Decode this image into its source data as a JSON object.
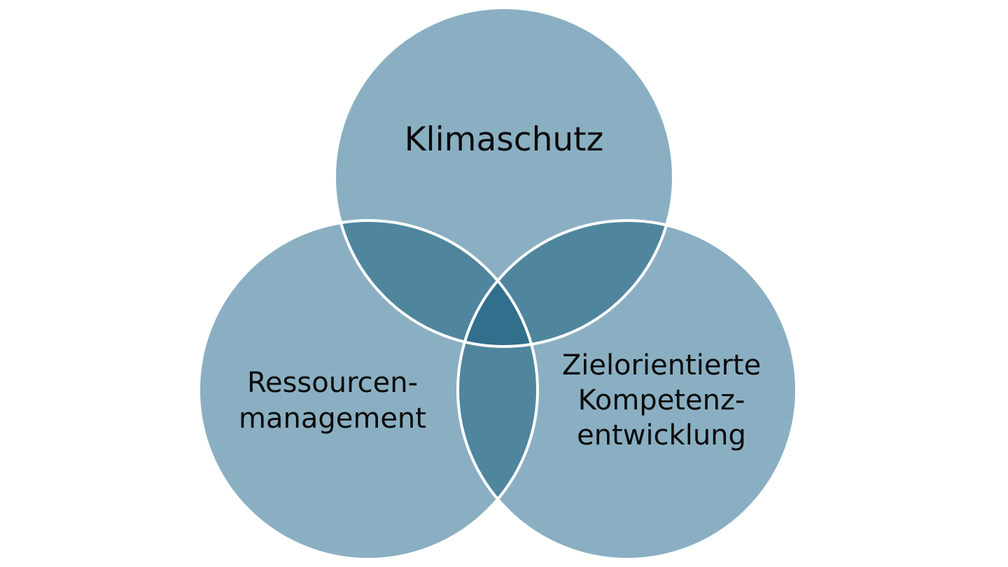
{
  "diagram": {
    "type": "venn-3",
    "colors": {
      "circle_fill": "#8aafc2",
      "pair_overlap_fill": "#4f869e",
      "center_overlap_fill": "#316f8c",
      "outline": "#ffffff"
    },
    "circles": [
      {
        "id": "top",
        "lines": [
          "Klimaschutz"
        ]
      },
      {
        "id": "left",
        "lines": [
          "Ressourcen-",
          "management"
        ]
      },
      {
        "id": "right",
        "lines": [
          "Zielorientierte",
          "Kompetenz-",
          "entwicklung"
        ]
      }
    ]
  }
}
